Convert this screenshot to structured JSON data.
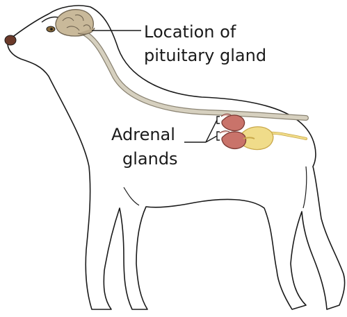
{
  "labels": {
    "pituitary": [
      "Location of",
      "pituitary gland"
    ],
    "adrenal": [
      "Adrenal",
      "glands"
    ]
  },
  "colors": {
    "outline": "#1a1a1a",
    "spinal_cord": "#d6d0bf",
    "spinal_cord_edge": "#8a8372",
    "brain": "#c9b99a",
    "brain_edge": "#6f6350",
    "kidney": "#c9736a",
    "kidney_edge": "#7a3a33",
    "adrenal": "#e8b9b2",
    "ureter": "#f0dc8a",
    "nose": "#6b3a2a"
  },
  "icons": {
    "brain": "brain-icon",
    "kidney": "kidney-icon"
  }
}
